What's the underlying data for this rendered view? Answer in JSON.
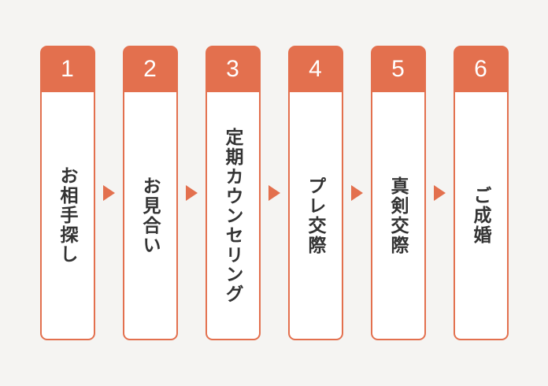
{
  "page": {
    "background_color": "#F5F4F2",
    "accent_color": "#E3704E",
    "text_color": "#333333",
    "card_background_color": "#FFFFFF"
  },
  "flow": {
    "steps": [
      {
        "number": "1",
        "label": "お相手探し"
      },
      {
        "number": "2",
        "label": "お見合い"
      },
      {
        "number": "3",
        "label": "定期カウンセリング"
      },
      {
        "number": "4",
        "label": "プレ交際"
      },
      {
        "number": "5",
        "label": "真剣交際"
      },
      {
        "number": "6",
        "label": "ご成婚"
      }
    ]
  }
}
